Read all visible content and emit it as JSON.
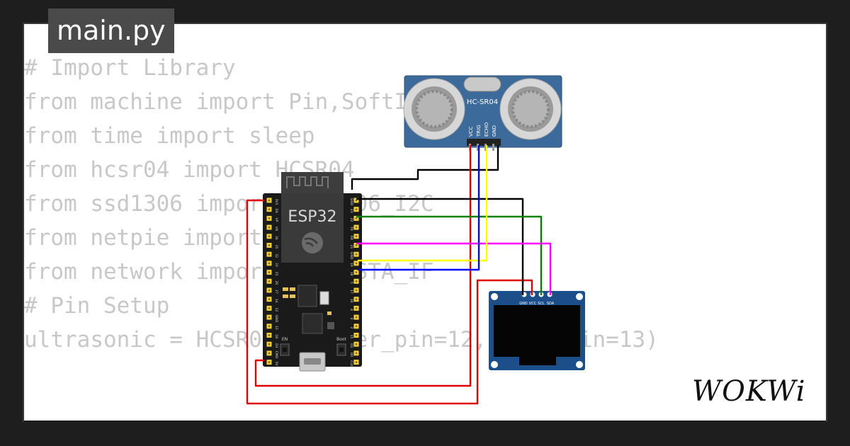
{
  "file_tab": {
    "label": "main.py"
  },
  "code_lines": [
    "# Import Library",
    "",
    "from machine import Pin,SoftI2C",
    "from time import sleep",
    "from hcsr04 import HCSR04",
    "from ssd1306 import SSD1306_I2C",
    "from netpie import NETPIE",
    "from network import WLAN,STA_IF",
    "# Pin Setup",
    "",
    "ultrasonic = HCSR04(trigger_pin=12, echo_pin=13)"
  ],
  "esp32": {
    "label": "ESP32",
    "left_pins": [
      "3V3",
      "EN",
      "VP",
      "VN",
      "34",
      "35",
      "32",
      "33",
      "25",
      "26",
      "27",
      "14",
      "12",
      "GND",
      "13",
      "D2",
      "D3",
      "CMD",
      "5V"
    ],
    "right_pins": [
      "GND",
      "23",
      "22",
      "TX",
      "RX",
      "21",
      "GND",
      "19",
      "18",
      "5",
      "17",
      "16",
      "4",
      "0",
      "2",
      "15",
      "D1",
      "D0",
      "CLK"
    ],
    "buttons": {
      "en": "EN",
      "boot": "Boot"
    }
  },
  "ultrasonic": {
    "label": "HC-SR04",
    "pins": [
      "VCC",
      "TRIG",
      "ECHO",
      "GND"
    ]
  },
  "oled": {
    "pins": [
      "GND",
      "VCC",
      "SCL",
      "SDA"
    ]
  },
  "wire_colors": {
    "red": "#e00000",
    "black": "#000000",
    "green": "#008000",
    "blue": "#0000ff",
    "yellow": "#ffff00",
    "magenta": "#ff00ff"
  },
  "brand": {
    "label": "WOKWi"
  }
}
